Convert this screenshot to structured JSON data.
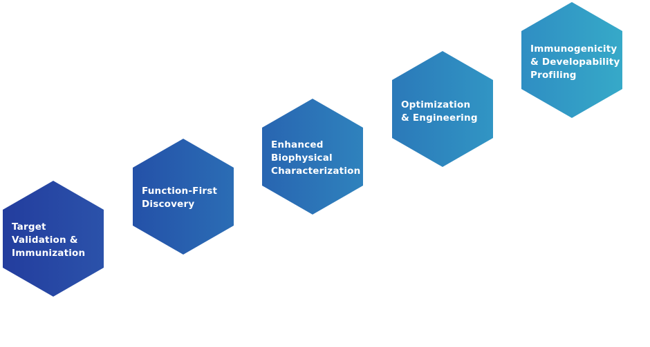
{
  "steps": [
    {
      "label": "Target\nValidation &\nImmunization",
      "color_start": "#233d9e",
      "color_end": "#2b52aa"
    },
    {
      "label": "Function-First\nDiscovery",
      "color_start": "#2451a8",
      "color_end": "#2b6db5"
    },
    {
      "label": "Enhanced\nBiophysical\nCharacterization",
      "color_start": "#2865b1",
      "color_end": "#2f82bd"
    },
    {
      "label": "Optimization\n& Engineering",
      "color_start": "#2b79b9",
      "color_end": "#3195c4"
    },
    {
      "label": "Immunogenicity\n& Developability\nProfiling",
      "color_start": "#2f8ec3",
      "color_end": "#36a9c8"
    }
  ]
}
